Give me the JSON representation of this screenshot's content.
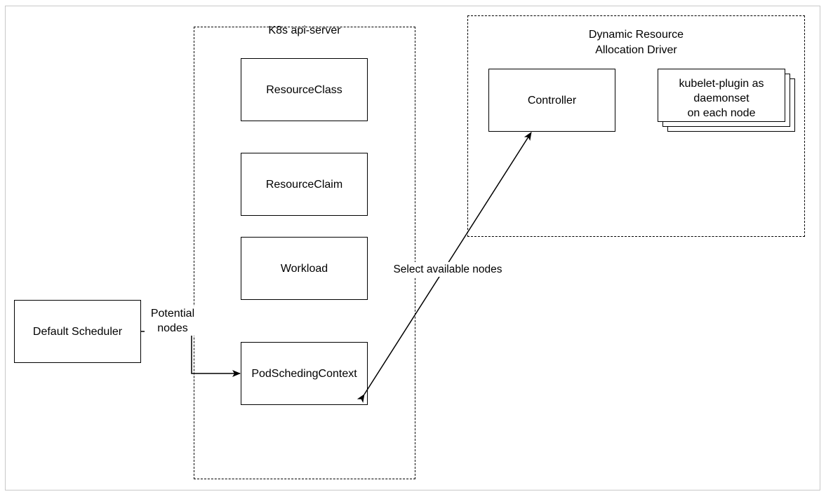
{
  "groups": {
    "api_server": "K8s api-server",
    "dra_driver": "Dynamic Resource\nAllocation Driver"
  },
  "nodes": {
    "resource_class": "ResourceClass",
    "resource_claim": "ResourceClaim",
    "workload": "Workload",
    "pod_scheduling_context": "PodSchedingContext",
    "default_scheduler": "Default Scheduler",
    "controller": "Controller",
    "kubelet_plugin": "kubelet-plugin as\ndaemonset\non each node"
  },
  "edges": {
    "scheduler_to_context": "Potential\nnodes",
    "controller_context": "Select available nodes"
  }
}
